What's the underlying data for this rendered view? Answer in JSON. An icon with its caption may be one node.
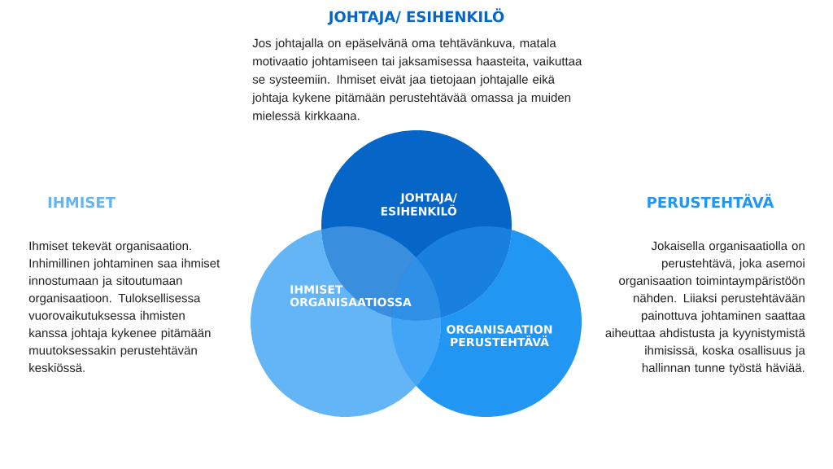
{
  "diagram": {
    "nodes": [
      {
        "text": [
          "JOHTAJA/ ESIHENKILÖ"
        ]
      },
      {
        "text": [
          "IHMISET ORGANISAATIOSSA"
        ]
      },
      {
        "text": [
          "ORGANISAATION PERUSTEHTÄVÄ"
        ]
      }
    ],
    "labels": [
      "JOHTAJA/ ESIHENKILÖ",
      "Jos johtajalla on epäselvänä oma tehtävänkuva, matala motivaatio johtamiseen tai jaksamisessa haasteita, vaikuttaa se systeemiin. Ihmiset eivät jaa tietojaan johtajalle eikä johtaja kykene pitämään perustehtävää omassa ja muiden mielessä kirkkaana.",
      "IHMISET",
      "Ihmiset tekevät organisaation. Inhimillinen johtaminen saa ihmiset innostumaan ja sitoutumaan organisaatioon. Tuloksellisessa vuorovaikutuksessa ihmisten kanssa johtaja kykenee pitämään muutoksessakin perustehtävän keskiössä.",
      "PERUSTEHTÄVÄ",
      "Jokaisella organisaatiolla on perustehtävä, joka asemoi organisaation toimintaympäristöön nähden. Liiaksi perustehtävään painottuva johtaminen saattaa aiheuttaa ahdistusta ja kyynistymistä ihmisissä, koska osallisuus ja hallinnan tunne työstä häviää."
    ]
  }
}
